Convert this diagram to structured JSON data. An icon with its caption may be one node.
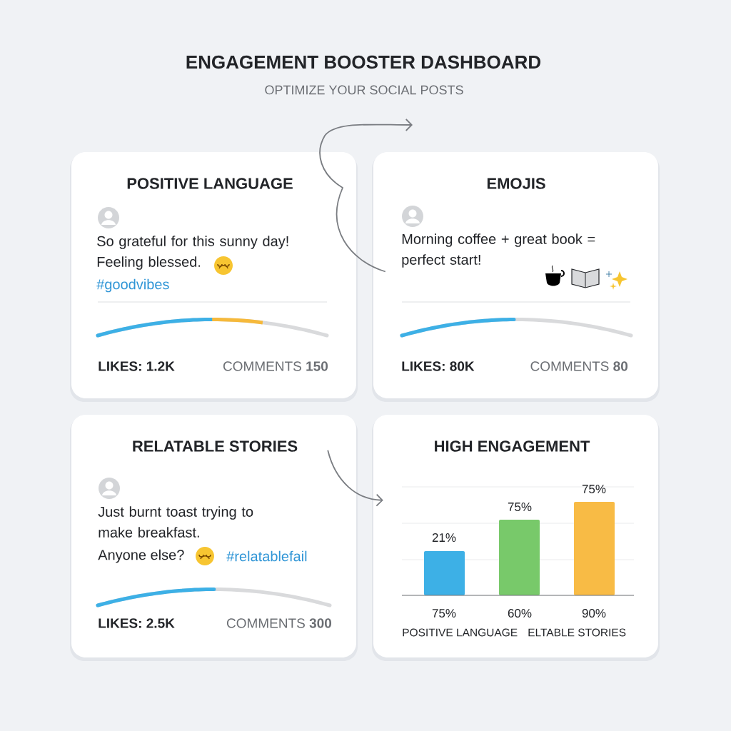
{
  "diagram": {
    "title": "ENGAGEMENT BOOSTER DASHBOARD",
    "nodes": [
      {
        "text": [
          "POSITIVE LANGUAGE",
          "So grateful for this sunny day! Feeling blessed.",
          "#goodvibes",
          "LIKES: 1.2K",
          "COMMENTS **150**"
        ]
      },
      {
        "text": [
          "EMOJIS",
          "Morning coffee + great book = perfect start!",
          "LIKES: 80K",
          "COMMENTS **80**"
        ]
      },
      {
        "text": [
          "RELATABLE STORIES",
          "Just burnt toast trying to make breakfast.",
          "Anyone else?",
          "#relatablefail",
          "LIKES: 2.5K",
          "COMMENTS **300**"
        ]
      },
      {
        "text": [
          "HIGH ENGAGEMENT",
          "21%",
          "75%",
          "75%",
          "75%",
          "60%",
          "90%",
          "POSITIVE LANGUAGE",
          "ELTABLE STORIES"
        ]
      }
    ],
    "edges": [
      {
        "from": 1,
        "to": null,
        "arrow": "to"
      },
      {
        "from": 2,
        "to": 3,
        "arrow": "to"
      }
    ],
    "labels": [
      "OPTIMIZE YOUR SOCIAL POSTS"
    ]
  }
}
